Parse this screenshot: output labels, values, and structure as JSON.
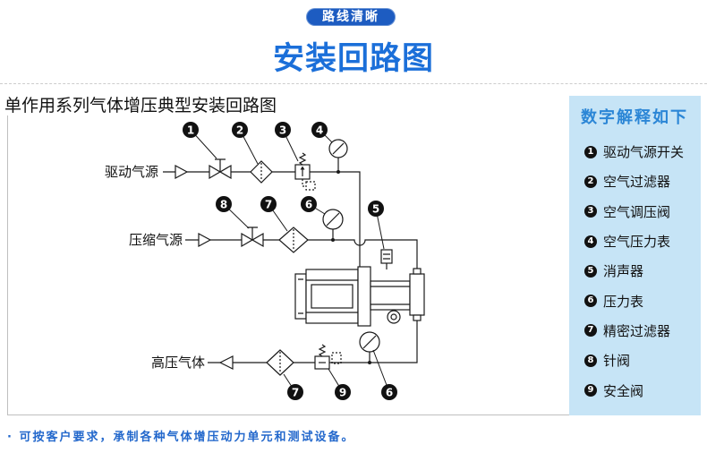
{
  "header": {
    "badge": "路线清晰",
    "title": "安装回路图"
  },
  "diagram": {
    "title": "单作用系列气体增压典型安装回路图",
    "sources": {
      "drive": "驱动气源",
      "compressed": "压缩气源",
      "output": "高压气体"
    },
    "callouts": [
      "1",
      "2",
      "3",
      "4",
      "8",
      "7",
      "6",
      "5",
      "7",
      "9",
      "6"
    ]
  },
  "legend": {
    "heading": "数字解释如下",
    "items": [
      {
        "num": "1",
        "label": "驱动气源开关"
      },
      {
        "num": "2",
        "label": "空气过滤器"
      },
      {
        "num": "3",
        "label": "空气调压阀"
      },
      {
        "num": "4",
        "label": "空气压力表"
      },
      {
        "num": "5",
        "label": "消声器"
      },
      {
        "num": "6",
        "label": "压力表"
      },
      {
        "num": "7",
        "label": "精密过滤器"
      },
      {
        "num": "8",
        "label": "针阀"
      },
      {
        "num": "9",
        "label": "安全阀"
      }
    ]
  },
  "footer": {
    "note": "· 可按客户要求，承制各种气体增压动力单元和测试设备。"
  },
  "colors": {
    "accent": "#1b6fd9",
    "badge": "#1d5cc1",
    "legend_panel": "#c6e4f6",
    "legend_heading": "#2b86d6",
    "footer_text": "#2368cc",
    "diagram_ink": "#1a1a1a"
  }
}
